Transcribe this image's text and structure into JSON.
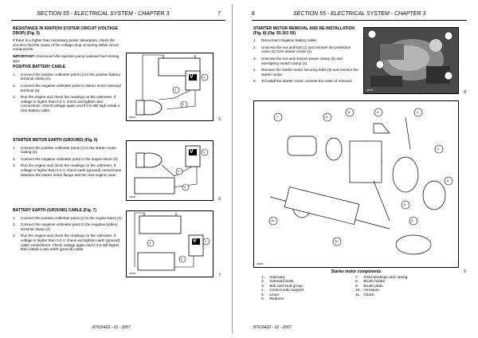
{
  "left": {
    "header_title": "SECTION 55 - ELECTRICAL SYSTEM - CHAPTER 3",
    "page_number": "7",
    "sections": [
      {
        "title": "RESISTANCE IN IGNITION SYSTEM CIRCUIT (VOLTAGE DROP) (Fig. 5)",
        "intro": "If there is a higher than necessary power absorption, check the circuit to find the cause of the voltage drop occurring within circuit components.",
        "important_label": "IMPORTANT:",
        "important_text": " Disconnect the injection pump solenoid fuel closing wire.",
        "sub_title": "POSITIVE BATTERY CABLE",
        "steps": [
          "Connect the positive voltmeter point (1) to the positive battery terminal clamp (2).",
          "Connect the negative voltmeter point to starter motor solenoid terminal (3).",
          "Run the engine and check the readings on the voltmeter. If voltage is higher than 0.2 V, check and tighten wire connections. Check voltage again and if it is still high install a new battery cable."
        ]
      },
      {
        "title": "STARTER MOTOR EARTH (GROUND) (Fig. 6)",
        "steps": [
          "Connect the positive voltmeter point (1) to the starter motor casing (2).",
          "Connect the negative voltmeter point to the engine block (3).",
          "Run the engine and check the readings on the voltmeter. If voltage is higher than 0.2 V, check earth (ground) connections between the starter motor flange and the rear engine cover."
        ]
      },
      {
        "title": "BATTERY EARTH (GROUND) CABLE (Fig. 7)",
        "steps": [
          "Connect the positive voltmeter point (1) to the engine block (2).",
          "Connect the negative voltmeter point to the negative battery terminal clamp (3).",
          "Run the engine and check the readings on the voltmeter. If voltage is higher than 0.2 V, check and tighten earth (ground) cable connections. Check voltage again and if it is still higher, then install a new earth (ground) cable."
        ]
      }
    ],
    "figures": [
      {
        "number": "5",
        "code": "28631"
      },
      {
        "number": "6",
        "code": "28632"
      },
      {
        "number": "7",
        "code": "28633"
      }
    ],
    "voltmeter_label": "V",
    "callouts": [
      "1",
      "2",
      "3"
    ],
    "footer": "87616422 - 01 - 2007"
  },
  "right": {
    "header_title": "SECTION 55 - ELECTRICAL SYSTEM - CHAPTER 3",
    "page_number": "8",
    "title": "STARTER MOTOR REMOVAL AND RE-INSTALLATION (Fig. 8) (Op. 55 201 50)",
    "steps": [
      "Disconnect negative battery cable.",
      "Unscrew the nut and bolt (1) and remove the protection cover (2) from starter motor (3).",
      "Unscrew the nut and remove power clamp (5) and emergency switch clamp (4).",
      "Remove the starter motor securing bolts (6) and remove the starter motor.",
      "To install the starter motor, reverse the order of removal."
    ],
    "photo_figure": {
      "number": "8",
      "code": "28634"
    },
    "exploded_figure": {
      "number": "9",
      "code": "28635",
      "caption": "Starter motor components"
    },
    "exploded_callouts": [
      "1",
      "2",
      "3",
      "4",
      "5",
      "6",
      "7",
      "8",
      "9",
      "10",
      "11"
    ],
    "legend_left": [
      {
        "n": "1.",
        "t": "Solenoid"
      },
      {
        "n": "2.",
        "t": "Solenoid bolts"
      },
      {
        "n": "3.",
        "t": "Bolt and stud group"
      },
      {
        "n": "4.",
        "t": "Control side support"
      },
      {
        "n": "5.",
        "t": "Lever"
      },
      {
        "n": "6.",
        "t": "Reducer"
      }
    ],
    "legend_right": [
      {
        "n": "7.",
        "t": "Field windings and casing"
      },
      {
        "n": "8.",
        "t": "Brush holder"
      },
      {
        "n": "9.",
        "t": "Brush plate"
      },
      {
        "n": "10.",
        "t": "Armature"
      },
      {
        "n": "11.",
        "t": "Clutch"
      }
    ],
    "footer": "87616422 - 01 - 2007"
  }
}
